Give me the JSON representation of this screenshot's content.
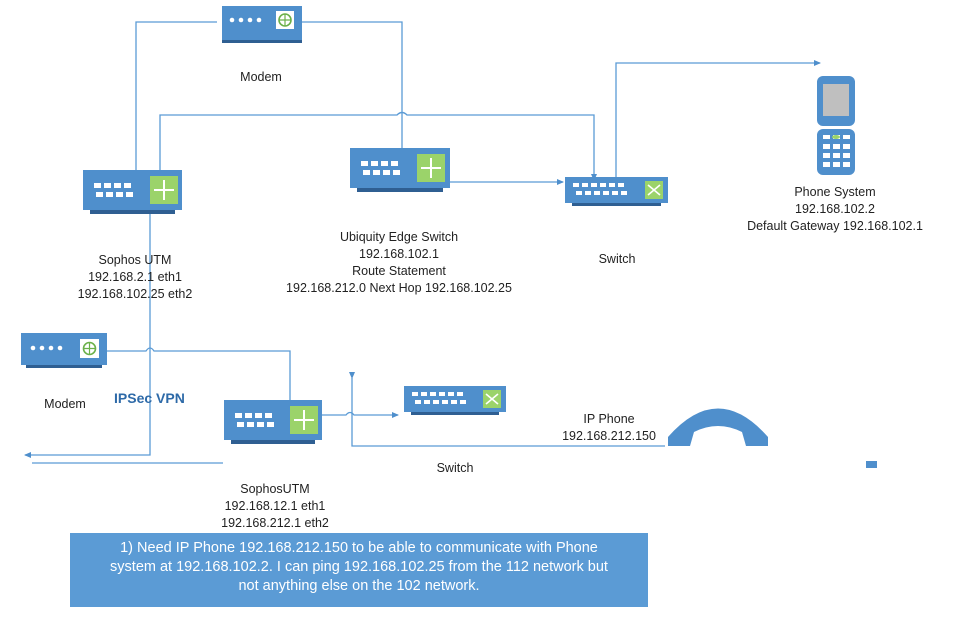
{
  "nodes": {
    "modem_top": {
      "label": "Modem"
    },
    "sophos_utm": {
      "lines": [
        "Sophos UTM",
        "192.168.2.1 eth1",
        "192.168.102.25 eth2"
      ]
    },
    "ubiquity": {
      "lines": [
        "Ubiquity Edge Switch",
        "192.168.102.1",
        "Route Statement",
        "192.168.212.0 Next Hop 192.168.102.25"
      ]
    },
    "switch_top": {
      "label": "Switch"
    },
    "phone_system": {
      "lines": [
        "Phone System",
        "192.168.102.2",
        "Default Gateway 192.168.102.1"
      ]
    },
    "modem_bottom": {
      "label": "Modem"
    },
    "ipsec": {
      "label": "IPSec VPN"
    },
    "sophos_utm2": {
      "lines": [
        "SophosUTM",
        "192.168.12.1 eth1",
        "192.168.212.1 eth2"
      ]
    },
    "switch_bottom": {
      "label": "Switch"
    },
    "ip_phone": {
      "lines": [
        "IP Phone",
        "192.168.212.150"
      ]
    }
  },
  "note": {
    "lines": [
      "1)  Need IP Phone 192.168.212.150 to be able to communicate with Phone",
      "system at 192.168.102.2.  I can ping 192.168.102.25 from the 112 network but",
      "not anything else on the 102  network."
    ]
  },
  "colors": {
    "device": "#4f8fcc",
    "device_dark": "#2f5f92",
    "line": "#5b9bd5",
    "icon_green": "#9bd36a",
    "note_bg": "#5b9bd5"
  }
}
